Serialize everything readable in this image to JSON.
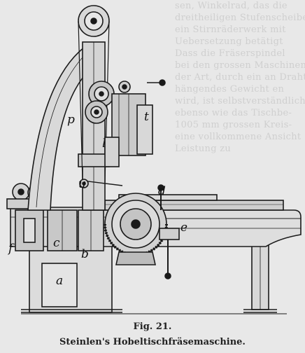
{
  "figure": {
    "number": "Fig. 21.",
    "title": "Steinlen's Hobeltischfräsemaschine.",
    "labels": {
      "p": "p",
      "l": "l",
      "t": "t",
      "u": "u",
      "d": "d",
      "e": "e",
      "c": "c",
      "b": "b",
      "f": "f",
      "a": "a"
    }
  },
  "colors": {
    "paper": "#e8e8e8",
    "ink": "#1a1a1a",
    "bleed_text": "#cfcfcf"
  },
  "bleed_through": [
    "sen, Winkelrad, das die",
    "dreitheiligen Stufenscheibe",
    "ein Stirnräderwerk mit",
    "Uebersetzung betätigt",
    "Dass die Fräserspindel",
    "bei den grossen Maschinen",
    "der Art, durch ein an Draht",
    "hängendes Gewicht en",
    "wird, ist selbstverständlich",
    "ebenso wie das Tischbe-",
    "1005 mm grossen Kreis-",
    "eine vollkommene Ansicht",
    "Leistung zu"
  ]
}
